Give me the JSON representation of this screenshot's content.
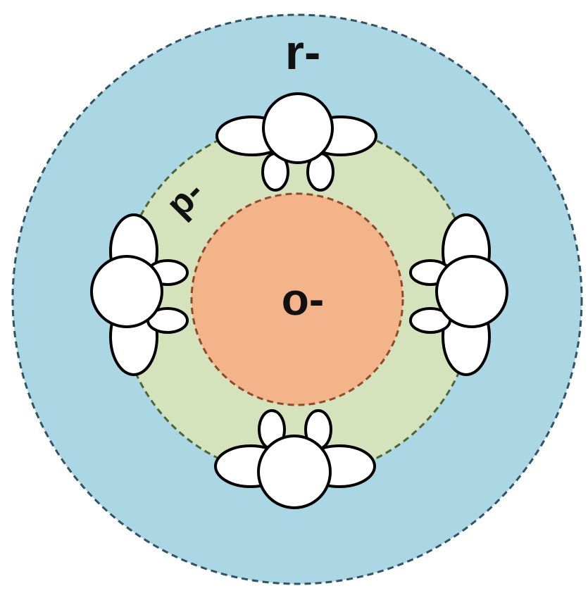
{
  "labels": {
    "outer": "r-",
    "middle": "p-",
    "inner": "o-"
  },
  "colors": {
    "outer_fill": "#abd6e3",
    "outer_stroke": "#2f5466",
    "middle_fill": "#d5e3bd",
    "middle_stroke": "#4e6535",
    "inner_fill": "#f4b48a",
    "inner_stroke": "#8f4a2a",
    "molecule_fill": "#ffffff",
    "molecule_stroke": "#000000"
  },
  "molecules": [
    "top",
    "right",
    "bottom",
    "left"
  ]
}
